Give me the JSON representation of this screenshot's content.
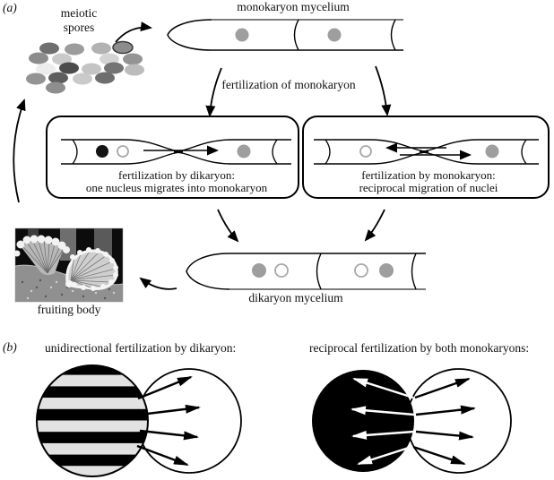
{
  "panel_a": {
    "label": "(a)",
    "meiotic_spores_label": "meiotic\nspores",
    "monokaryon_mycelium_label": "monokaryon mycelium",
    "fertilization_label": "fertilization of monokaryon",
    "box_dikaryon_caption": "fertilization by dikaryon:\none nucleus migrates into monokaryon",
    "box_monokaryon_caption": "fertilization by monokaryon:\nreciprocal migration of nuclei",
    "dikaryon_mycelium_label": "dikaryon mycelium",
    "fruiting_body_label": "fruiting body"
  },
  "panel_b": {
    "label": "(b)",
    "left_caption": "unidirectional fertilization by dikaryon:",
    "right_caption": "reciprocal fertilization by both monokaryons:"
  },
  "colors": {
    "line": "#000000",
    "nucleus_gray": "#9e9e9e",
    "nucleus_white_stroke": "#a8a8a8",
    "nucleus_black": "#141414",
    "stripe_light": "#e2e2e2",
    "stripe_dark": "#000000",
    "background": "#ffffff"
  }
}
